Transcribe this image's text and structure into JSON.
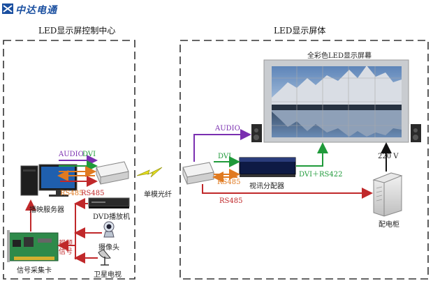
{
  "logo": {
    "text": "中达电通"
  },
  "control_center": {
    "title": "LED显示屏控制中心",
    "labels": {
      "audio": "AUDIO",
      "dvi": "DVI",
      "rs485_a": "RS485",
      "rs485_b": "RS485",
      "server": "播映服务器",
      "dvd": "DVD播放机",
      "camera": "摄像头",
      "satellite": "卫星电视",
      "video_signal": "视频\n信号",
      "capture_card": "信号采集卡"
    }
  },
  "fiber": {
    "label": "单模光纤"
  },
  "screen_body": {
    "title": "LED显示屏体",
    "screen_caption": "全彩色LED显示屏幕",
    "labels": {
      "audio": "AUDIO",
      "dvi": "DVI",
      "rs485_a": "RS485",
      "rs485_b": "RS485",
      "splitter": "视讯分配器",
      "dvi_rs422": "DVI＋RS422",
      "voltage": "220 V",
      "cabinet": "配电柜"
    }
  },
  "colors": {
    "audio": "#7a2fb0",
    "dvi": "#1f9a3a",
    "rs485": "#e07a20",
    "rs485_red": "#c0282a",
    "video": "#c0282a",
    "power": "#111111",
    "dash": "#333333"
  }
}
